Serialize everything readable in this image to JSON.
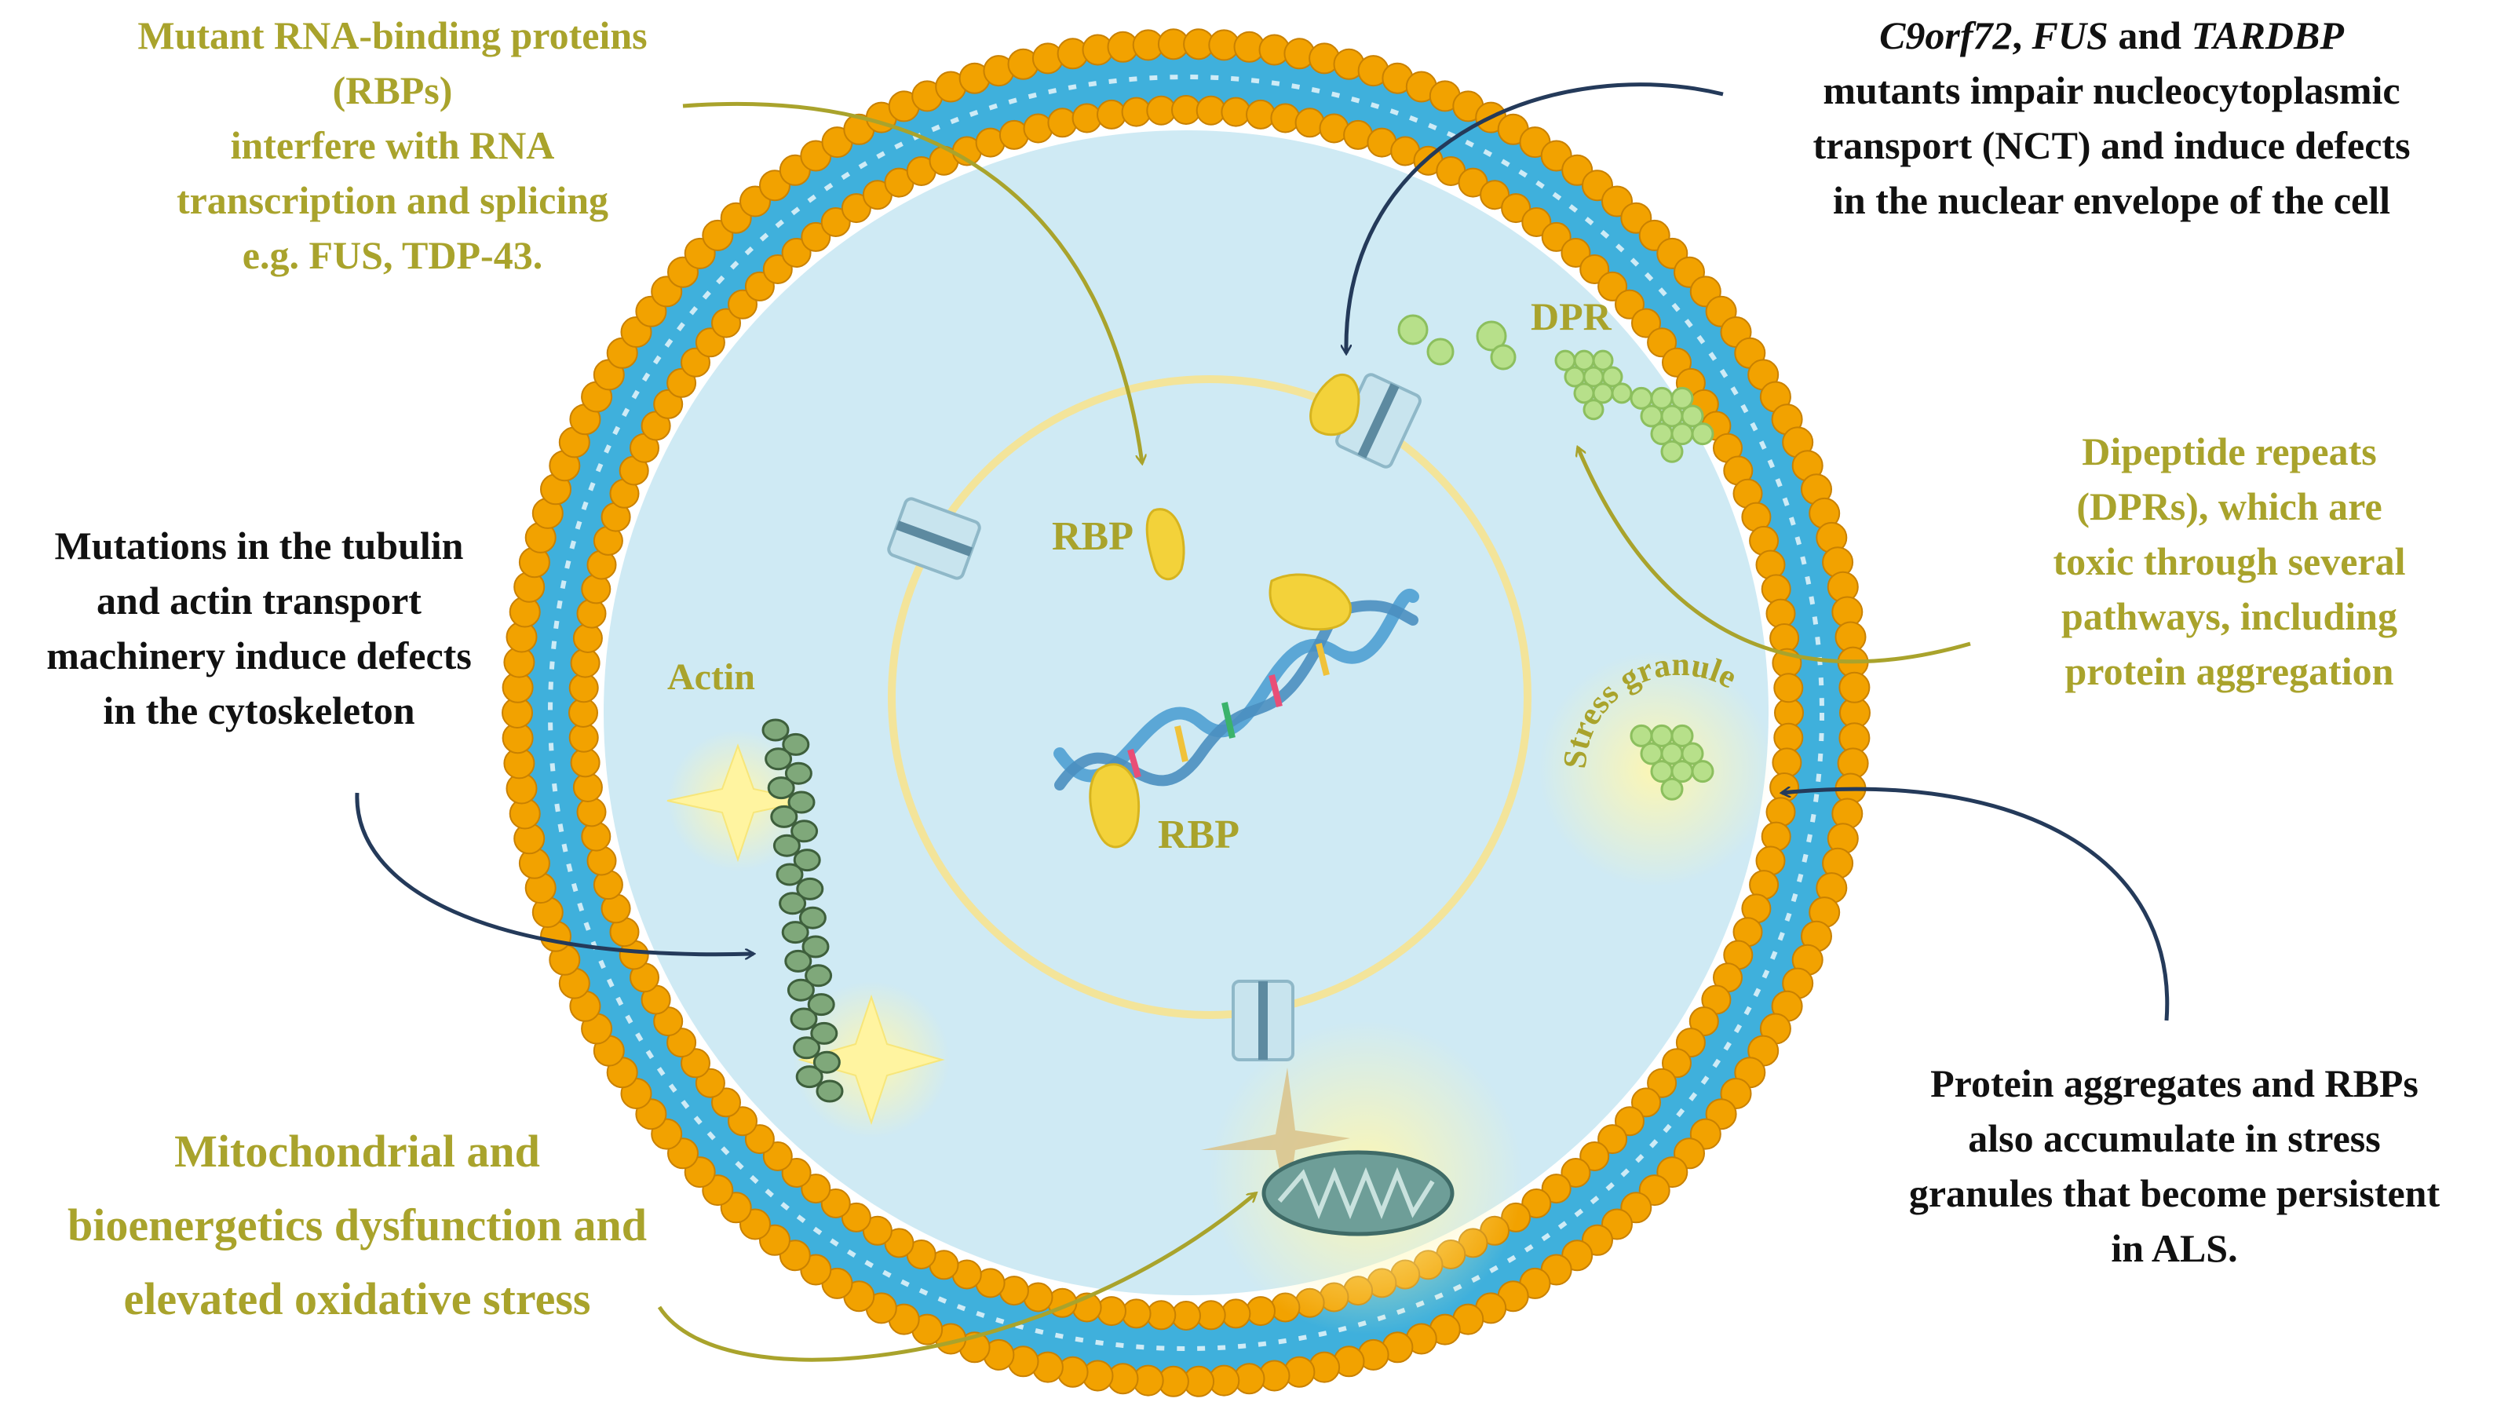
{
  "colors": {
    "olive_text": "#a9a32c",
    "dark_text": "#111111",
    "membrane_head": "#f2a200",
    "membrane_band": "#3fb0dc",
    "cytoplasm": "#cfeaf4",
    "nucleus_ring": "#f3e49a",
    "arrow_dark": "#243a5a",
    "arrow_olive": "#a9a32c",
    "granule_green": "#b7e08a",
    "rbp_yellow": "#f3d23a",
    "actin_green": "#5f8a5a",
    "mito_teal": "#5a8f8a"
  },
  "annotations": {
    "rbp_mutant": [
      "Mutant RNA-binding proteins",
      "(RBPs)",
      "interfere with RNA",
      "transcription and splicing",
      "e.g. FUS, TDP-43."
    ],
    "nct": {
      "gene1": "C9orf72",
      "sep1": ", ",
      "gene2": "FUS",
      "sep2": " and ",
      "gene3": "TARDBP",
      "lines": [
        "mutants impair nucleocytoplasmic",
        "transport (NCT) and induce defects",
        "in the nuclear envelope of the cell"
      ]
    },
    "cytoskeleton": [
      "Mutations in the tubulin",
      "and actin  transport",
      "machinery induce defects",
      "in the cytoskeleton"
    ],
    "dpr": [
      "Dipeptide repeats",
      "(DPRs), which are",
      "toxic through several",
      "pathways, including",
      "protein aggregation"
    ],
    "mito": [
      "Mitochondrial and",
      "bioenergetics dysfunction and",
      "elevated oxidative stress"
    ],
    "stress": [
      "Protein aggregates and RBPs",
      "also accumulate in stress",
      "granules that become persistent",
      "in ALS."
    ]
  },
  "labels": {
    "actin": "Actin",
    "dpr": "DPR",
    "rbp": "RBP",
    "stress_granule": "Stress granule"
  }
}
